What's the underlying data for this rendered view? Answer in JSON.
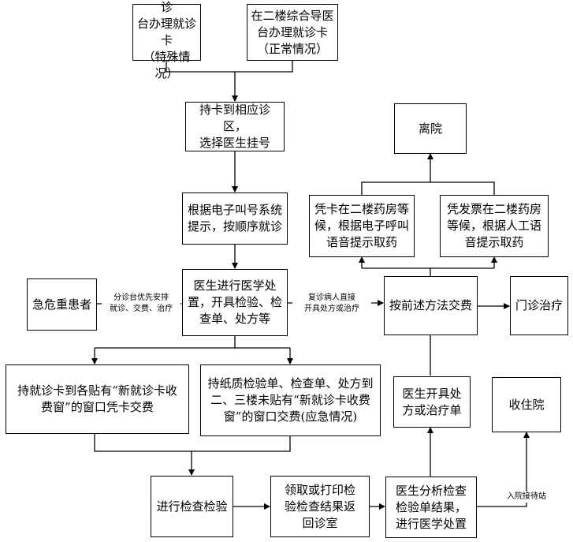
{
  "nodes": {
    "special_card": "在各诊区分诊\n台办理就诊卡\n（特殊情况）",
    "normal_card": "在二楼综合导医\n台办理就诊卡\n（正常情况）",
    "register": "持卡到相应诊区，\n选择医生挂号",
    "queue": "根据电子叫号系统\n提示，按顺序就诊",
    "emergency": "急危重患者",
    "treatment": "医生进行医学处\n置，开具检验、检\n查单、处方等",
    "pay": "按前述方法交费",
    "outpatient": "门诊治疗",
    "leave": "离院",
    "pharmacy_card": "凭卡在二楼药房等\n候，根据电子呼叫\n语音提示取药",
    "pharmacy_invoice": "凭发票在二楼药房\n等候，根据人工语\n音提示取药",
    "card_window": "持就诊卡到各贴有“新就诊卡收\n费窗”的窗口凭卡交费",
    "paper_window": "持纸质检验单、检查单、处方到\n二、三楼未贴有“新就诊卡收费\n窗”的窗口交费(应急情况)",
    "prescription": "医生开具处\n方或治疗单",
    "inpatient": "收住院",
    "exam": "进行检查检验",
    "results": "领取或打印检\n验检查结果返\n回诊室",
    "analysis": "医生分析检查\n检验单结果，\n进行医学处置"
  },
  "edge_labels": {
    "emergency_priority": "分诊台优先安排\n就诊、交费、治疗",
    "return_visit": "复诊病人直接\n开具处方或治疗",
    "admission": "入院接待站"
  }
}
